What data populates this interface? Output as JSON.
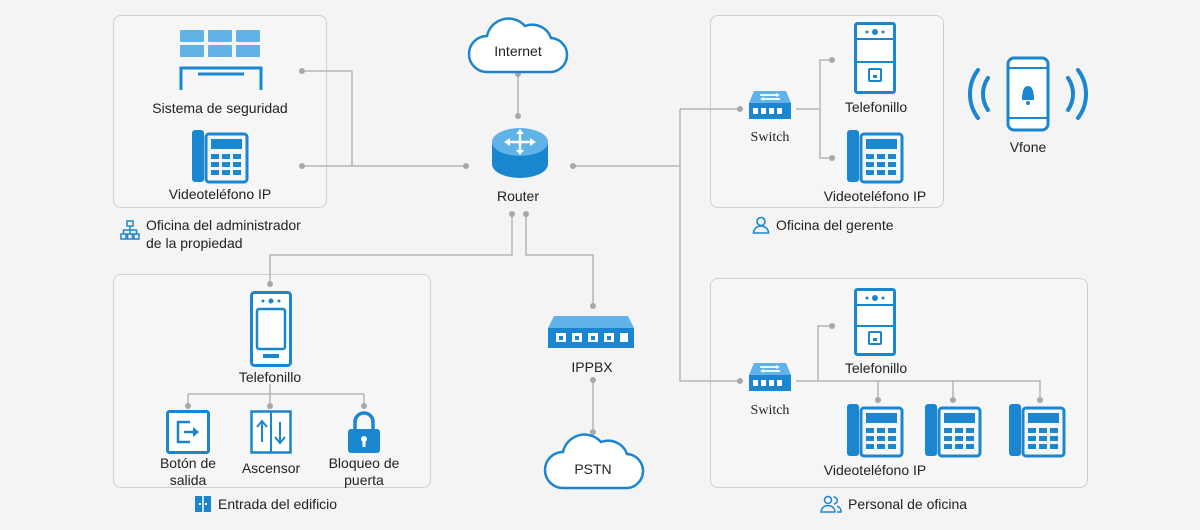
{
  "nodes": {
    "security_system": "Sistema de seguridad",
    "ip_videophone_admin": "Videoteléfono IP",
    "internet": "Internet",
    "router": "Router",
    "switch_manager": "Switch",
    "telefonillo_manager": "Telefonillo",
    "ip_videophone_manager": "Videoteléfono IP",
    "vfone": "Vfone",
    "telefonillo_entrance": "Telefonillo",
    "exit_button_line1": "Botón de",
    "exit_button_line2": "salida",
    "elevator": "Ascensor",
    "door_lock_line1": "Bloqueo de",
    "door_lock_line2": "puerta",
    "ippbx": "IPPBX",
    "pstn": "PSTN",
    "switch_staff": "Switch",
    "telefonillo_staff": "Telefonillo",
    "ip_videophone_staff": "Videoteléfono IP"
  },
  "groups": {
    "admin_office_line1": "Oficina del administrador",
    "admin_office_line2": "de la propiedad",
    "manager_office": "Oficina del gerente",
    "building_entrance": "Entrada del edificio",
    "office_staff": "Personal de oficina"
  },
  "colors": {
    "accent": "#1a86d0",
    "line": "#b5b5b5",
    "box_border": "#cfcfcf"
  }
}
